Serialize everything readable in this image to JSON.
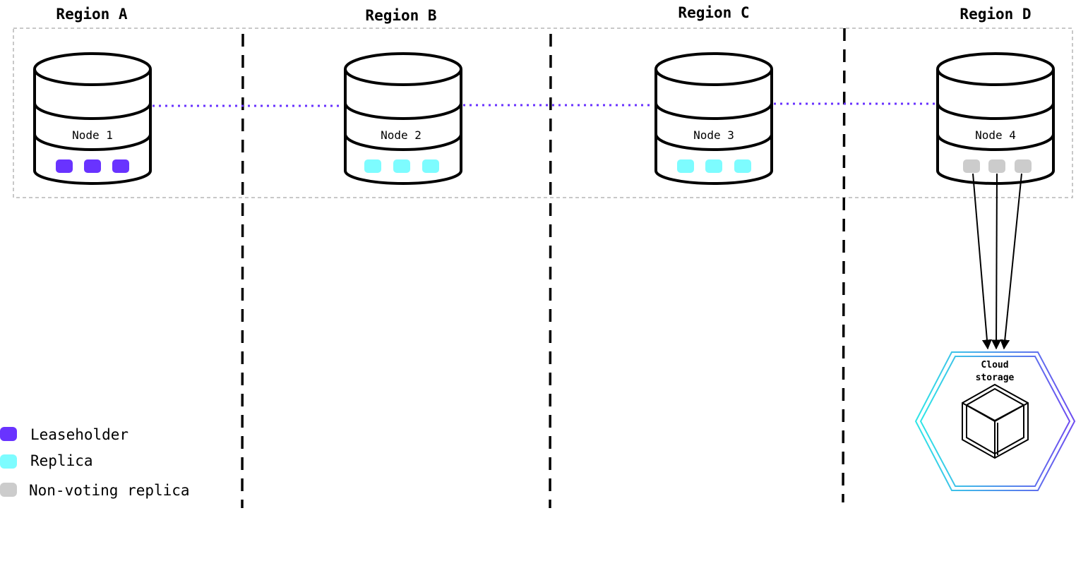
{
  "regions": [
    {
      "title": "Region A"
    },
    {
      "title": "Region B"
    },
    {
      "title": "Region C"
    },
    {
      "title": "Region D"
    }
  ],
  "nodes": [
    {
      "label": "Node 1",
      "replica_type": "leaseholder"
    },
    {
      "label": "Node 2",
      "replica_type": "replica"
    },
    {
      "label": "Node 3",
      "replica_type": "replica"
    },
    {
      "label": "Node 4",
      "replica_type": "non-voting"
    }
  ],
  "cloud": {
    "line1": "Cloud",
    "line2": "storage",
    "icon": "cube-icon"
  },
  "legend": [
    {
      "label": "Leaseholder",
      "type": "leaseholder"
    },
    {
      "label": "Replica",
      "type": "replica"
    },
    {
      "label": "Non-voting replica",
      "type": "non-voting"
    }
  ],
  "colors": {
    "leaseholder": "#6933ff",
    "replica": "#7dfcff",
    "non-voting": "#cccccc",
    "link": "#6933ff",
    "hex_start": "#2ee6e6",
    "hex_end": "#6e4cf0"
  }
}
